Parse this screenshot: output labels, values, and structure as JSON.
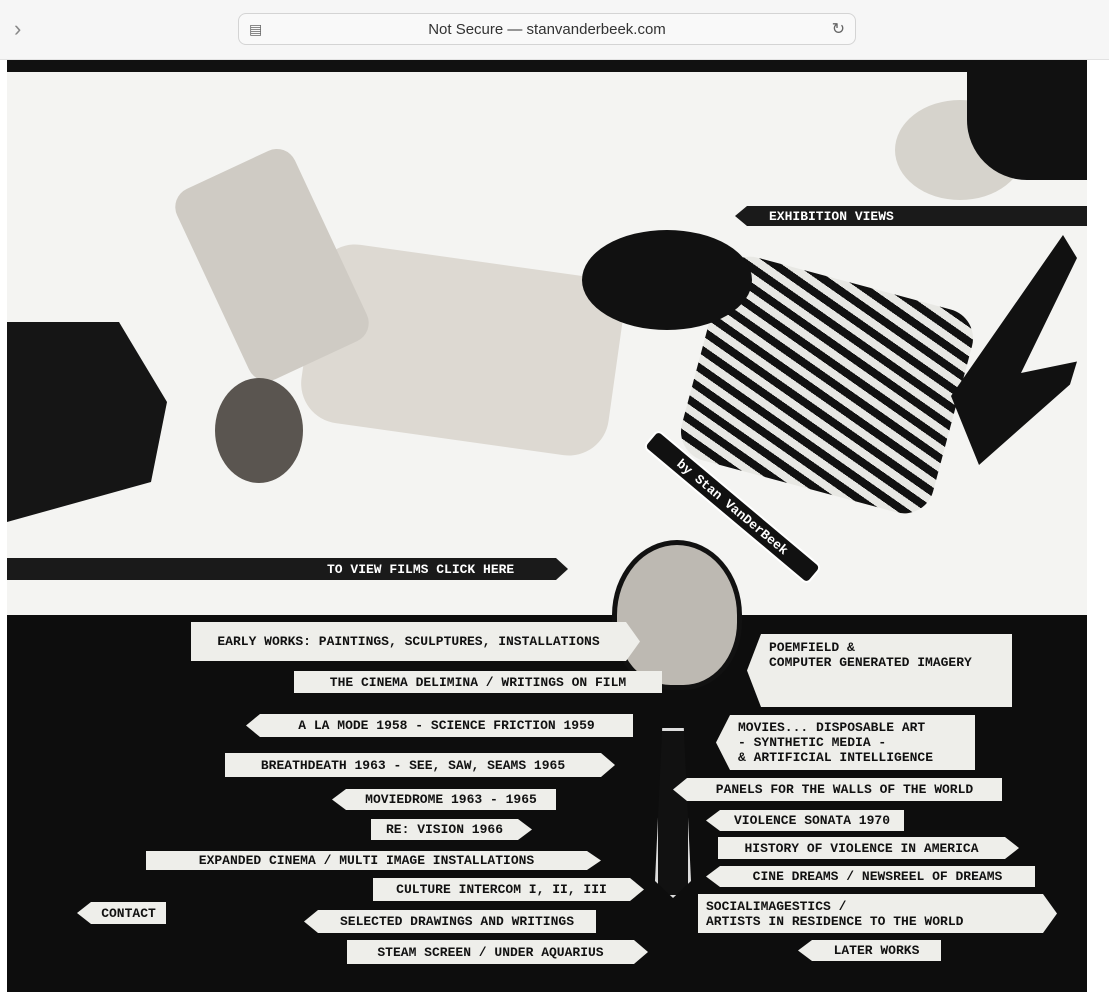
{
  "browser": {
    "url_text": "Not Secure — stanvanderbeek.com",
    "back_icon": "chevron-right-icon",
    "reader_icon": "page-icon",
    "reload_icon": "reload-icon"
  },
  "header": {
    "exhibition": "EXHIBITION VIEWS",
    "films": "TO VIEW FILMS CLICK HERE",
    "byline": "by Stan VanDerBeek"
  },
  "left_menu": [
    "EARLY WORKS: PAINTINGS, SCULPTURES, INSTALLATIONS",
    "THE CINEMA DELIMINA / WRITINGS ON FILM",
    "A LA MODE 1958 - SCIENCE FRICTION 1959",
    "BREATHDEATH 1963 - SEE, SAW, SEAMS 1965",
    "MOVIEDROME 1963 - 1965",
    "RE: VISION 1966",
    "EXPANDED CINEMA / MULTI IMAGE INSTALLATIONS",
    "CULTURE INTERCOM I, II, III",
    "CONTACT",
    "SELECTED DRAWINGS AND WRITINGS",
    "STEAM SCREEN / UNDER AQUARIUS"
  ],
  "right_menu": [
    "POEMFIELD &\nCOMPUTER GENERATED IMAGERY",
    "MOVIES... DISPOSABLE ART\n- SYNTHETIC MEDIA -\n& ARTIFICIAL INTELLIGENCE",
    "PANELS FOR THE WALLS OF THE WORLD",
    "VIOLENCE SONATA 1970",
    "HISTORY OF VIOLENCE IN AMERICA",
    "CINE DREAMS / NEWSREEL OF DREAMS",
    "SOCIALIMAGESTICS /\nARTISTS IN RESIDENCE TO THE WORLD",
    "LATER WORKS"
  ]
}
